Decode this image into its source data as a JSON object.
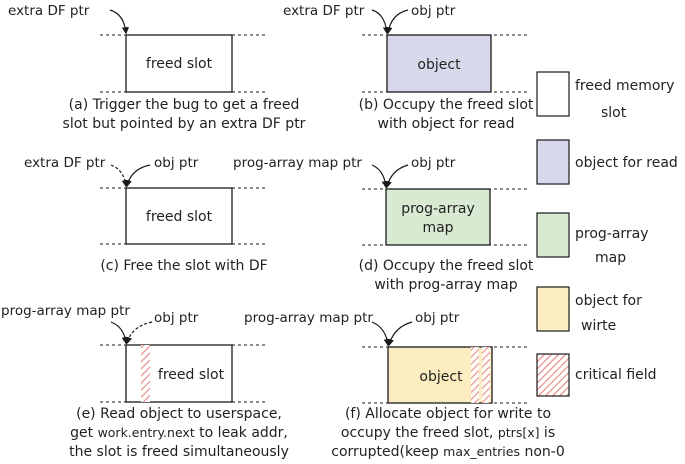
{
  "colors": {
    "freed": "#ffffff",
    "read_object": "#d8d8ec",
    "prog_array_map": "#d9ead3",
    "write_object": "#fbedbf",
    "critical_stripe": "#e98b8b",
    "line": "#1a1a1a"
  },
  "panels": {
    "a": {
      "pointer_labels": [
        "extra DF ptr"
      ],
      "slot_label": "freed slot",
      "caption_lines": [
        "(a) Trigger the bug to get a freed",
        "slot but pointed by an extra DF ptr"
      ]
    },
    "b": {
      "pointer_labels": [
        "extra DF ptr",
        "obj ptr"
      ],
      "slot_label": "object",
      "caption_lines": [
        "(b) Occupy the freed slot",
        "with object for read"
      ]
    },
    "c": {
      "pointer_labels": [
        "extra DF ptr",
        "obj ptr"
      ],
      "slot_label": "freed slot",
      "caption_lines": [
        "(c) Free the slot with DF"
      ]
    },
    "d": {
      "pointer_labels": [
        "prog-array map ptr",
        "obj ptr"
      ],
      "slot_label_lines": [
        "prog-array",
        "map"
      ],
      "caption_lines": [
        "(d) Occupy the freed slot",
        "with prog-array map"
      ]
    },
    "e": {
      "pointer_labels": [
        "prog-array map ptr",
        "obj ptr"
      ],
      "slot_label": "freed slot",
      "caption_line1": "(e) Read object to userspace,",
      "caption_line2_a": "get ",
      "caption_line2_code": "work.entry.next",
      "caption_line2_b": " to leak addr,",
      "caption_line3": "the slot is freed simultaneously"
    },
    "f": {
      "pointer_labels": [
        "prog-array map ptr",
        "obj ptr"
      ],
      "slot_label": "object",
      "caption_line1": "(f)  Allocate object for write to",
      "caption_line2_a": "occupy the freed slot, ",
      "caption_line2_code": "ptrs[x]",
      "caption_line2_b": " is",
      "caption_line3_a": "corrupted(keep ",
      "caption_line3_code": "max_entries",
      "caption_line3_b": " non-0"
    }
  },
  "legend": {
    "freed_memory_slot": [
      "freed memory",
      "slot"
    ],
    "object_for_read": [
      "object for read"
    ],
    "prog_array_map": [
      "prog-array",
      "map"
    ],
    "object_for_write": [
      "object for",
      "wirte"
    ],
    "critical_field": [
      "critical field"
    ]
  }
}
